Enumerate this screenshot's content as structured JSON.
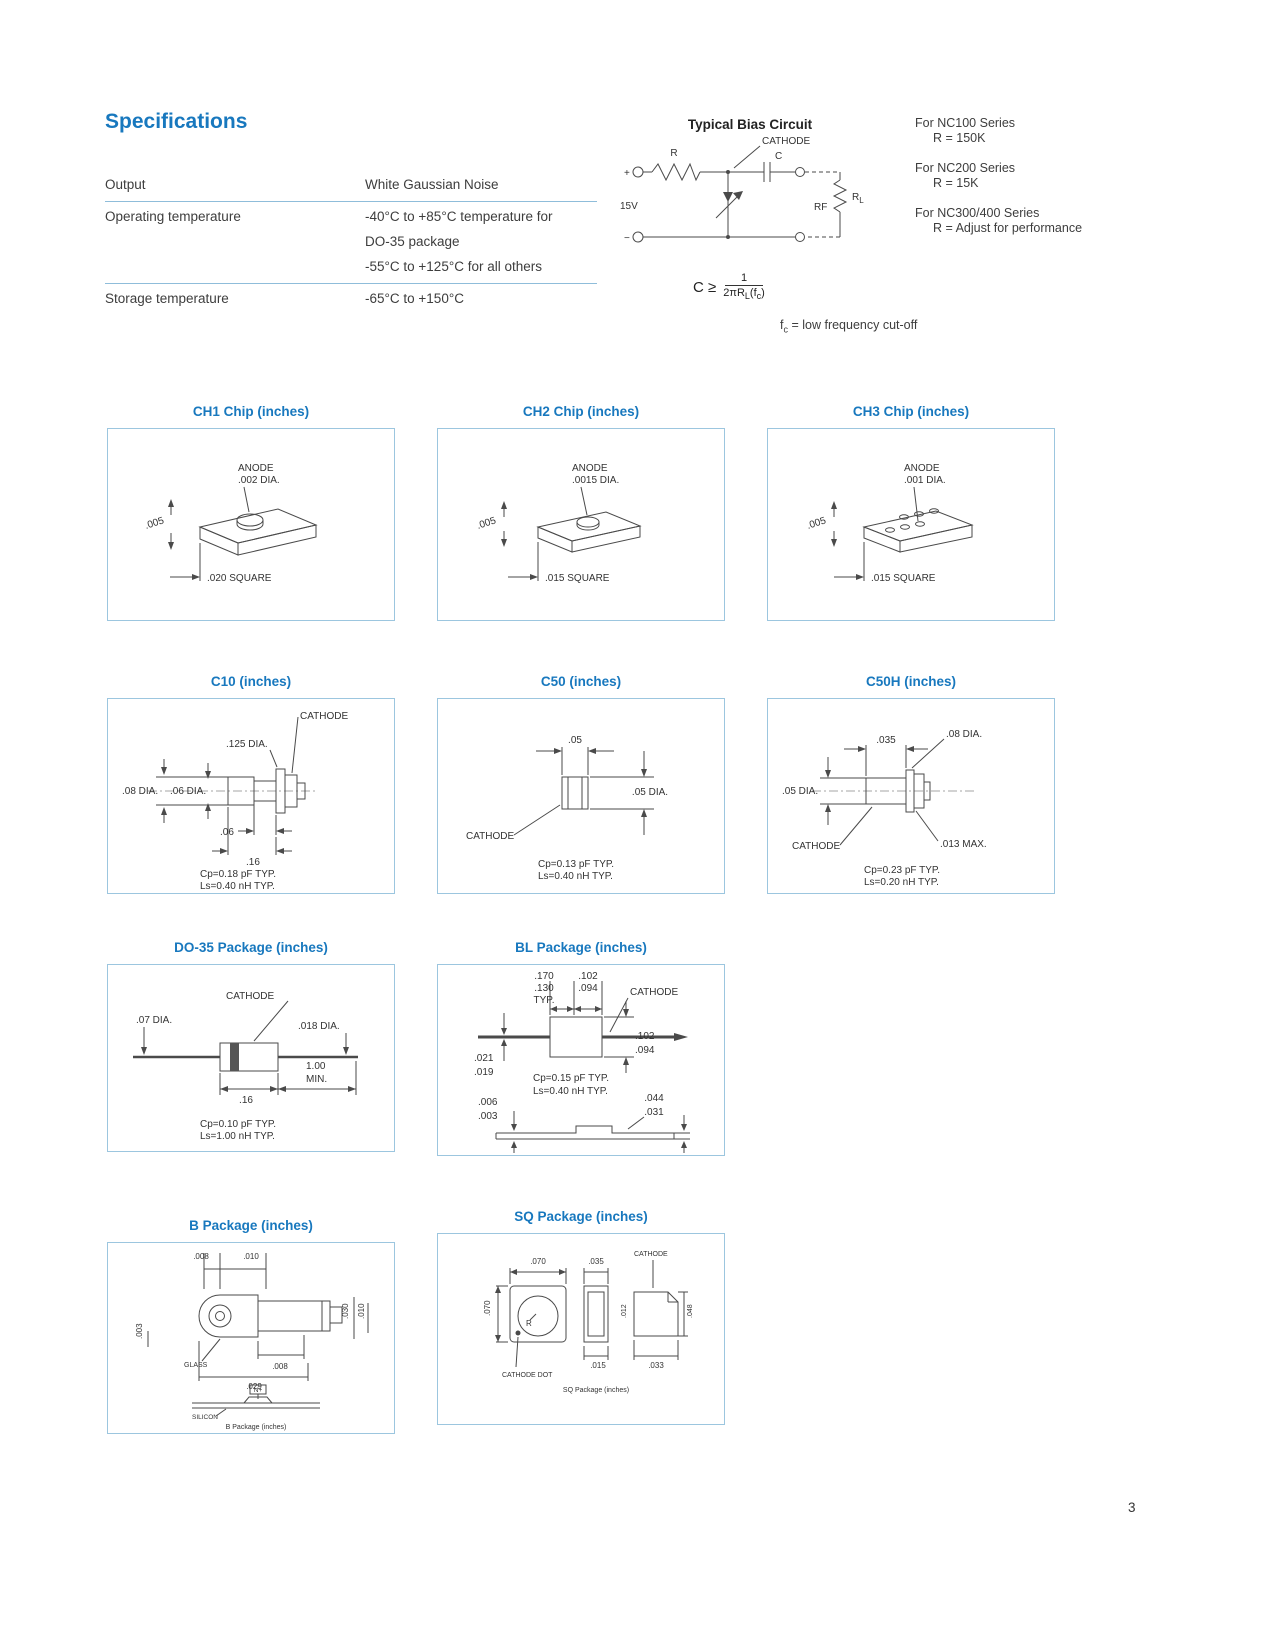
{
  "page": {
    "number": "3"
  },
  "specs": {
    "title": "Specifications",
    "rows": [
      {
        "label": "Output",
        "lines": [
          "White Gaussian Noise"
        ]
      },
      {
        "label": "Operating temperature",
        "lines": [
          "-40°C to +85°C temperature for",
          "DO-35 package",
          "-55°C to +125°C for all others"
        ]
      },
      {
        "label": "Storage temperature",
        "lines": [
          "-65°C to +150°C"
        ]
      }
    ]
  },
  "circuit": {
    "title": "Typical Bias Circuit",
    "cathode": "CATHODE",
    "r": "R",
    "c": "C",
    "plus": "+",
    "minus": "−",
    "v15": "15V",
    "rf": "RF",
    "rl_main": "R",
    "rl_sub": "L",
    "formula_c": "C ≥",
    "formula_num": "1",
    "formula_den_pre": "2πR",
    "formula_den_sub": "L",
    "formula_den_post": "(f",
    "formula_den_sub2": "c",
    "formula_den_end": ")",
    "notes": [
      {
        "series": "For NC100 Series",
        "value": "R = 150K"
      },
      {
        "series": "For NC200 Series",
        "value": "R = 15K"
      },
      {
        "series": "For NC300/400 Series",
        "value": "R = Adjust for performance"
      }
    ],
    "footnote_f": "f",
    "footnote_sub": "c",
    "footnote_rest": "= low frequency cut-off"
  },
  "panels": {
    "ch1": {
      "title": "CH1 Chip (inches)",
      "anode": "ANODE",
      "anode_dia": ".002 DIA.",
      "height": ".005",
      "square": ".020 SQUARE"
    },
    "ch2": {
      "title": "CH2 Chip (inches)",
      "anode": "ANODE",
      "anode_dia": ".0015 DIA.",
      "height": ".005",
      "square": ".015 SQUARE"
    },
    "ch3": {
      "title": "CH3 Chip (inches)",
      "anode": "ANODE",
      "anode_dia": ".001 DIA.",
      "height": ".005",
      "square": ".015 SQUARE"
    },
    "c10": {
      "title": "C10 (inches)",
      "cathode": "CATHODE",
      "dia125": ".125 DIA.",
      "dia08": ".08 DIA.",
      "dia06": ".06 DIA.",
      "dim06": ".06",
      "dim16": ".16",
      "cp": "Cp=0.18 pF TYP.",
      "ls": "Ls=0.40 nH TYP."
    },
    "c50": {
      "title": "C50 (inches)",
      "dim05": ".05",
      "dia05": ".05 DIA.",
      "cathode": "CATHODE",
      "cp": "Cp=0.13 pF TYP.",
      "ls": "Ls=0.40 nH TYP."
    },
    "c50h": {
      "title": "C50H (inches)",
      "dim035": ".035",
      "dia08": ".08 DIA.",
      "dia05": ".05 DIA.",
      "max013": ".013 MAX.",
      "cathode": "CATHODE",
      "cp": "Cp=0.23 pF TYP.",
      "ls": "Ls=0.20 nH TYP."
    },
    "do35": {
      "title": "DO-35 Package (inches)",
      "cathode": "CATHODE",
      "dia07": ".07 DIA.",
      "dia018": ".018 DIA.",
      "dim16": ".16",
      "dim100": "1.00",
      "min": "MIN.",
      "cp": "Cp=0.10 pF TYP.",
      "ls": "Ls=1.00 nH TYP."
    },
    "bl": {
      "title": "BL Package (inches)",
      "d170": ".170",
      "d130": ".130",
      "typ": "TYP.",
      "d102a": ".102",
      "d094a": ".094",
      "cathode": "CATHODE",
      "d021": ".021",
      "d019": ".019",
      "d102b": ".102",
      "d094b": ".094",
      "cp": "Cp=0.15 pF TYP.",
      "ls": "Ls=0.40 nH TYP.",
      "d006": ".006",
      "d003": ".003",
      "d044": ".044",
      "d031": ".031"
    },
    "b": {
      "title": "B Package (inches)",
      "d008a": ".008",
      "d010a": ".010",
      "glass": "GLASS",
      "d008b": ".008",
      "d029": ".029",
      "d003": ".003",
      "d030": ".030",
      "d010b": ".010",
      "nplus": "N+",
      "silicon": "SILICON",
      "caption": "B Package (inches)"
    },
    "sq": {
      "title": "SQ Package (inches)",
      "d070a": ".070",
      "d035": ".035",
      "cathode": "CATHODE",
      "d070b": ".070",
      "r": "R",
      "d012": ".012",
      "d048": ".048",
      "d033": ".033",
      "d015": ".015",
      "cathode_dot": "CATHODE DOT",
      "caption": "SQ Package (inches)"
    }
  }
}
